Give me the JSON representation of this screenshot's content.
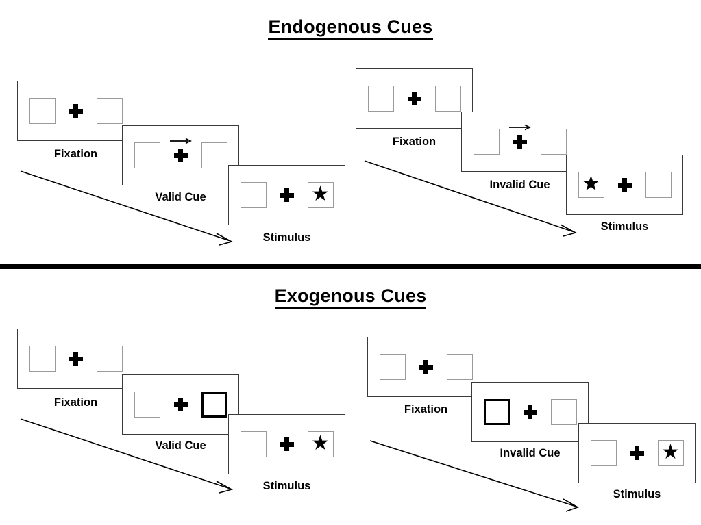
{
  "figure": {
    "sections": [
      {
        "id": "endogenous",
        "title": "Endogenous Cues",
        "sequences": [
          {
            "id": "endogenous-valid",
            "frames": [
              {
                "caption": "Fixation",
                "cue_type": "none",
                "cue_side": "none",
                "left_box": "empty",
                "right_box": "empty",
                "arrow": ""
              },
              {
                "caption": "Valid Cue",
                "cue_type": "arrow",
                "cue_side": "right",
                "left_box": "empty",
                "right_box": "empty",
                "arrow": "right-arrow-icon"
              },
              {
                "caption": "Stimulus",
                "cue_type": "none",
                "cue_side": "none",
                "left_box": "empty",
                "right_box": "star",
                "arrow": ""
              }
            ]
          },
          {
            "id": "endogenous-invalid",
            "frames": [
              {
                "caption": "Fixation",
                "cue_type": "none",
                "cue_side": "none",
                "left_box": "empty",
                "right_box": "empty",
                "arrow": ""
              },
              {
                "caption": "Invalid Cue",
                "cue_type": "arrow",
                "cue_side": "right",
                "left_box": "empty",
                "right_box": "empty",
                "arrow": "right-arrow-icon"
              },
              {
                "caption": "Stimulus",
                "cue_type": "none",
                "cue_side": "none",
                "left_box": "star",
                "right_box": "empty",
                "arrow": ""
              }
            ]
          }
        ]
      },
      {
        "id": "exogenous",
        "title": "Exogenous Cues",
        "sequences": [
          {
            "id": "exogenous-valid",
            "frames": [
              {
                "caption": "Fixation",
                "cue_type": "none",
                "cue_side": "none",
                "left_box": "empty",
                "right_box": "empty",
                "arrow": ""
              },
              {
                "caption": "Valid Cue",
                "cue_type": "box",
                "cue_side": "right",
                "left_box": "empty",
                "right_box": "cued",
                "arrow": ""
              },
              {
                "caption": "Stimulus",
                "cue_type": "none",
                "cue_side": "none",
                "left_box": "empty",
                "right_box": "star",
                "arrow": ""
              }
            ]
          },
          {
            "id": "exogenous-invalid",
            "frames": [
              {
                "caption": "Fixation",
                "cue_type": "none",
                "cue_side": "none",
                "left_box": "empty",
                "right_box": "empty",
                "arrow": ""
              },
              {
                "caption": "Invalid Cue",
                "cue_type": "box",
                "cue_side": "left",
                "left_box": "cued",
                "right_box": "empty",
                "arrow": ""
              },
              {
                "caption": "Stimulus",
                "cue_type": "none",
                "cue_side": "none",
                "left_box": "empty",
                "right_box": "star",
                "arrow": ""
              }
            ]
          }
        ]
      }
    ],
    "star_glyph": "★",
    "timeline_arrows": [
      {
        "id": "timeline-endogenous-valid",
        "label": "time-arrow-icon"
      },
      {
        "id": "timeline-endogenous-invalid",
        "label": "time-arrow-icon"
      },
      {
        "id": "timeline-exogenous-valid",
        "label": "time-arrow-icon"
      },
      {
        "id": "timeline-exogenous-invalid",
        "label": "time-arrow-icon"
      }
    ],
    "colors": {
      "ink": "#000000",
      "panel_border": "#3a3a3a",
      "box_border": "#9b9b9b",
      "cued_box_border": "#000000",
      "background": "#ffffff"
    }
  }
}
